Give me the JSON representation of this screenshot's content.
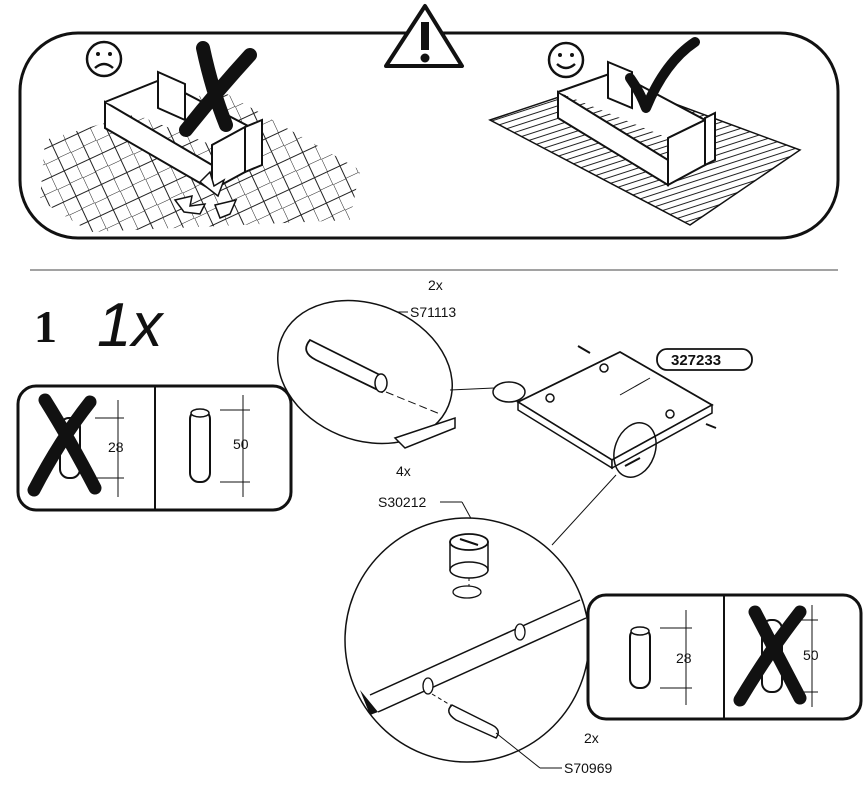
{
  "step": {
    "number": "1",
    "quantity": "1x"
  },
  "warning": {
    "icon": "warning-triangle-icon"
  },
  "parts": {
    "main_panel": "327233",
    "dowel_top": {
      "code": "S71113",
      "qty": "2x"
    },
    "cam": {
      "code": "S30212",
      "qty": "4x"
    },
    "dowel_bottom": {
      "code": "S70969",
      "qty": "2x"
    }
  },
  "dimension_boxes": {
    "left": {
      "wrong": "28",
      "right": "50"
    },
    "right": {
      "right": "28",
      "wrong": "50"
    }
  }
}
